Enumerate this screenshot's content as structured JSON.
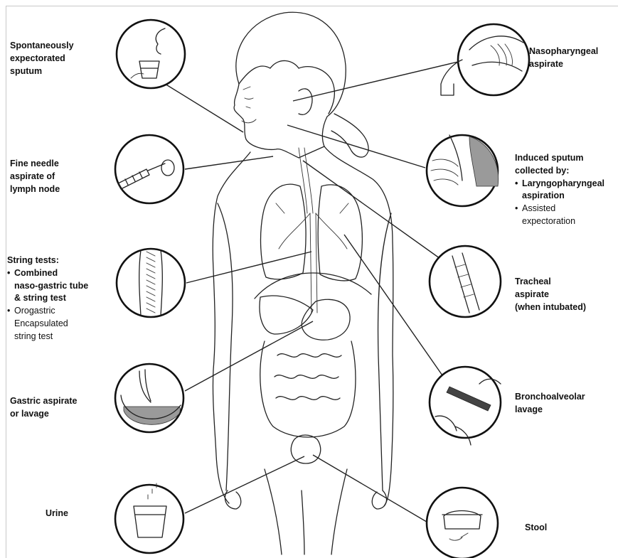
{
  "labels": {
    "sputum": "Spontaneously\nexpectorated\nsputum",
    "fna": "Fine needle\naspirate of\nlymph node",
    "string": {
      "title": "String tests:",
      "items": [
        "Combined\nnaso-gastric tube\n& string test",
        "Orogastric\nEncapsulated\nstring test"
      ]
    },
    "gastric": "Gastric aspirate\nor lavage",
    "urine": "Urine",
    "npa": "Nasopharyngeal\naspirate",
    "induced": {
      "title": "Induced sputum\ncollected by:",
      "items": [
        "Laryngopharyngeal\naspiration",
        "Assisted\nexpectoration"
      ]
    },
    "tracheal": "Tracheal\naspirate\n(when intubated)",
    "bal": "Bronchoalveolar\nlavage",
    "stool": "Stool"
  }
}
